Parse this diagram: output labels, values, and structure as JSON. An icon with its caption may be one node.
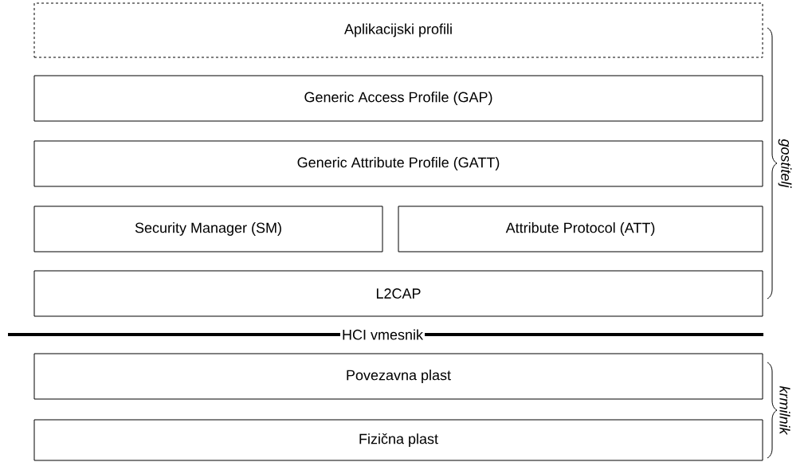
{
  "diagram": {
    "nodes": [
      {
        "text": [
          "Aplikacijski profili"
        ]
      },
      {
        "text": [
          "Generic Access Profile (GAP)"
        ]
      },
      {
        "text": [
          "Generic Attribute Profile (GATT)"
        ]
      },
      {
        "text": [
          "Security Manager (SM)"
        ]
      },
      {
        "text": [
          "Attribute Protocol (ATT)"
        ]
      },
      {
        "text": [
          "L2CAP"
        ]
      },
      {
        "text": [
          "Povezavna plast"
        ]
      },
      {
        "text": [
          "Fizična plast"
        ]
      }
    ],
    "labels": [
      "gostitelj",
      "HCI vmesnik",
      "krmilnik"
    ]
  }
}
